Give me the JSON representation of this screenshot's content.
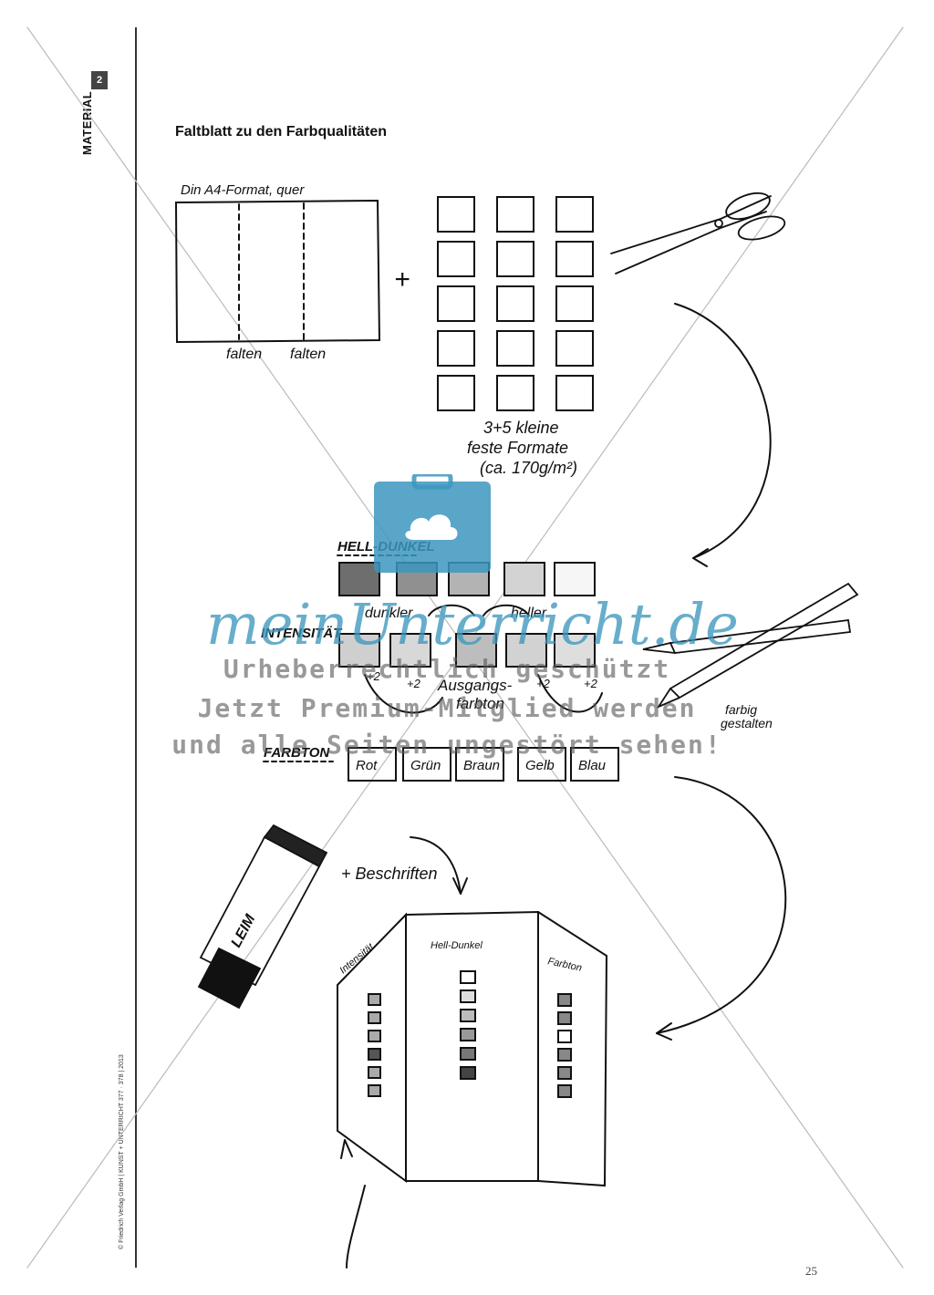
{
  "sidebar": {
    "material_number": "2",
    "material_label": "MATERIAL",
    "copyright": "© Friedrich Verlag GmbH | KUNST + UNTERRICHT 377 · 378 | 2013"
  },
  "title": "Faltblatt zu den Farbqualitäten",
  "page_number": "25",
  "sketch": {
    "a4_label": "Din A4-Format, quer",
    "fold_left": "falten",
    "fold_right": "falten",
    "plus_sign": "+",
    "small_formats_line1": "3+5 kleine",
    "small_formats_line2": "feste Formate",
    "small_formats_line3": "(ca. 170g/m²)",
    "hell_dunkel_heading": "HELL-DUNKEL",
    "dunkler": "dunkler",
    "heller": "heller",
    "intensitaet_heading": "INTENSITÄT",
    "plus_two": "+2",
    "ausgangs_line1": "Ausgangs-",
    "ausgangs_line2": "farbton",
    "farbig_gestalten_line1": "farbig",
    "farbig_gestalten_line2": "gestalten",
    "farbton_heading": "FARBTON",
    "colors": [
      "Rot",
      "Grün",
      "Braun",
      "Gelb",
      "Blau"
    ],
    "leim": "LEIM",
    "beschriften": "+ Beschriften",
    "panel_left": "Intensität",
    "panel_middle": "Hell-Dunkel",
    "panel_right": "Farbton"
  },
  "watermark": {
    "brand": "meinUnterricht.de",
    "line1": "Urheberrechtlich geschützt",
    "line2": "Jetzt Premium-Mitglied werden",
    "line3": "und alle Seiten ungestört sehen!",
    "color": "#3c96be"
  }
}
